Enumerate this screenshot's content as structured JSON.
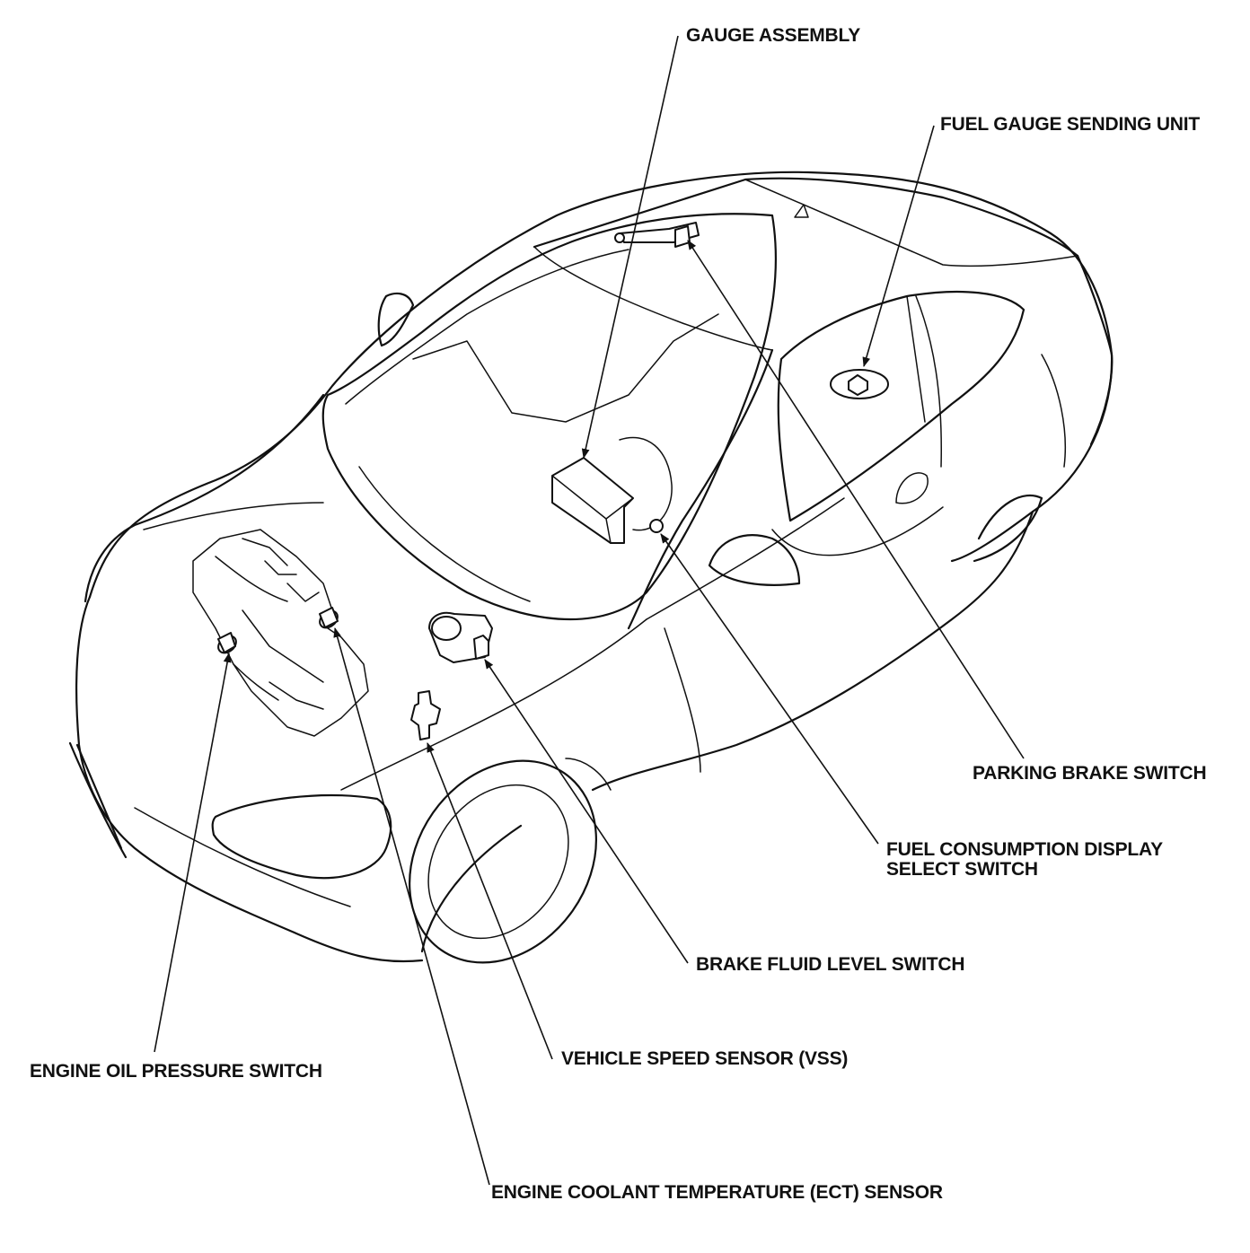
{
  "labels": {
    "gauge_assembly": "GAUGE ASSEMBLY",
    "fuel_gauge_sending_unit": "FUEL GAUGE SENDING UNIT",
    "parking_brake_switch": "PARKING BRAKE SWITCH",
    "fuel_consumption_line1": "FUEL CONSUMPTION DISPLAY",
    "fuel_consumption_line2": "SELECT SWITCH",
    "brake_fluid_level_switch": "BRAKE FLUID LEVEL SWITCH",
    "vehicle_speed_sensor": "VEHICLE SPEED SENSOR (VSS)",
    "engine_oil_pressure_switch": "ENGINE OIL PRESSURE SWITCH",
    "ect_sensor": "ENGINE COOLANT TEMPERATURE (ECT) SENSOR"
  }
}
